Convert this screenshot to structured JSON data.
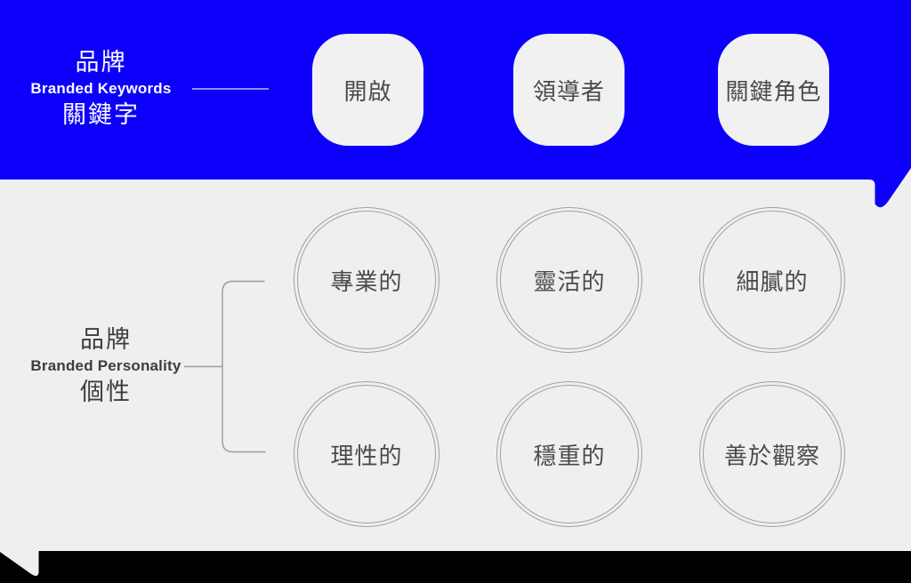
{
  "colors": {
    "accent_blue": "#0D00FA",
    "section_bg": "#EFEFEF",
    "bottom_strip": "#000000",
    "card_bg": "#F1F1F1",
    "ring": "#A0A0A0",
    "text_dark": "#3D3D3D",
    "text_card": "#4B4B4B",
    "bracket": "#9B9B9B",
    "text_light": "#FCFCFC"
  },
  "keywords_section": {
    "label": {
      "zh_top": "品牌",
      "en": "Branded Keywords",
      "zh_bottom": "關鍵字"
    },
    "cards": [
      {
        "label": "開啟"
      },
      {
        "label": "領導者"
      },
      {
        "label": "關鍵角色"
      }
    ]
  },
  "personality_section": {
    "label": {
      "zh_top": "品牌",
      "en": "Branded Personality",
      "zh_bottom": "個性"
    },
    "traits": [
      {
        "label": "專業的"
      },
      {
        "label": "靈活的"
      },
      {
        "label": "細膩的"
      },
      {
        "label": "理性的"
      },
      {
        "label": "穩重的"
      },
      {
        "label": "善於觀察"
      }
    ]
  }
}
